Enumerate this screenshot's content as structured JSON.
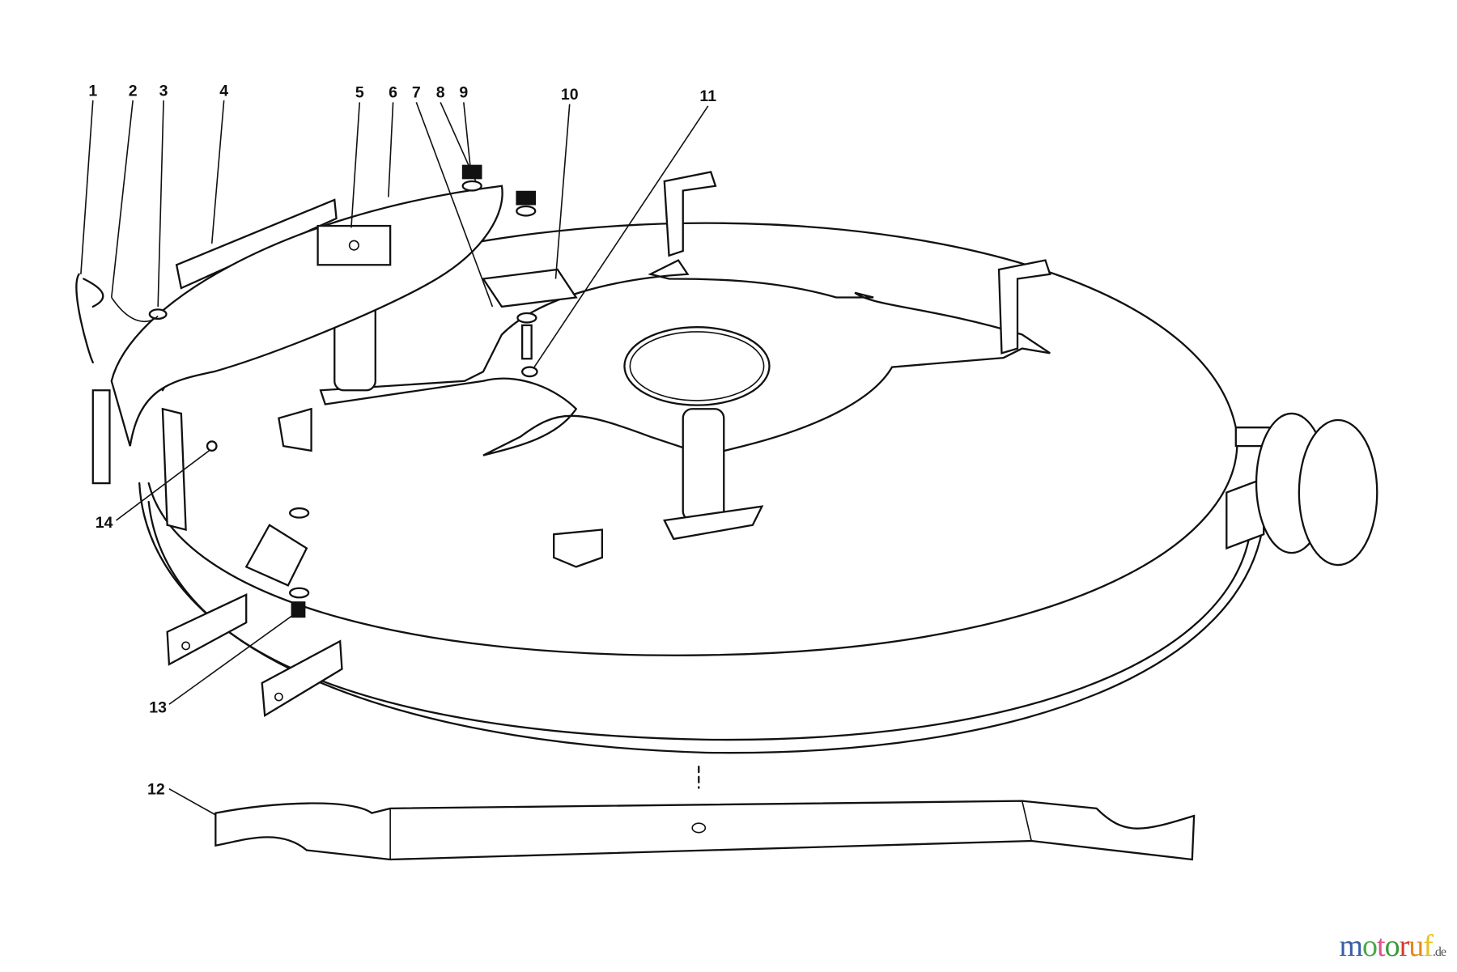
{
  "diagram": {
    "callouts": [
      "1",
      "2",
      "3",
      "4",
      "5",
      "6",
      "7",
      "8",
      "9",
      "10",
      "11",
      "12",
      "13",
      "14"
    ]
  },
  "watermark": {
    "text": "motoruf",
    "suffix": ".de",
    "colors": [
      "#3a5ea8",
      "#4aa84a",
      "#e0508a",
      "#3a9a3a",
      "#d83a2a",
      "#e08a20",
      "#e8c020"
    ]
  }
}
